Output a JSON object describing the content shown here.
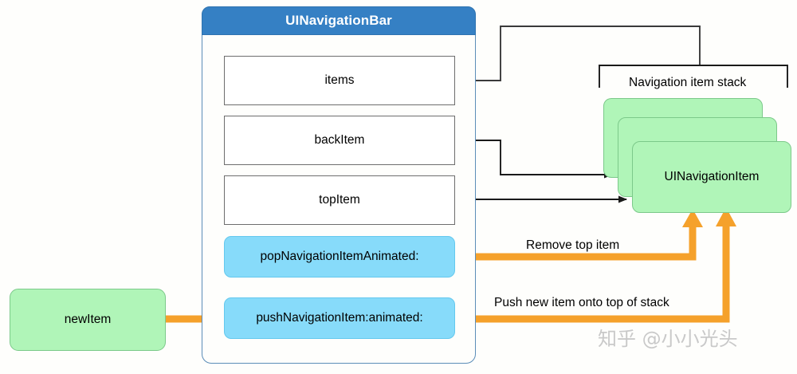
{
  "diagram": {
    "title": "UINavigationBar",
    "background_color": "#fefefc",
    "colors": {
      "header_blue": "#3580c4",
      "method_cyan": "#87dbfa",
      "item_green": "#b0f5b8",
      "arrow_orange": "#f5a12b",
      "connector_black": "#1a1a1a",
      "container_border": "#5b8db8"
    },
    "class_box": {
      "name": "UINavigationBar",
      "properties": [
        {
          "id": "items",
          "label": "items"
        },
        {
          "id": "backItem",
          "label": "backItem"
        },
        {
          "id": "topItem",
          "label": "topItem"
        }
      ],
      "methods": [
        {
          "id": "popNavigationItemAnimated",
          "label": "popNavigationItemAnimated:"
        },
        {
          "id": "pushNavigationItemAnimated",
          "label": "pushNavigationItem:animated:"
        }
      ]
    },
    "stack": {
      "caption": "Navigation item stack",
      "item_label": "UINavigationItem",
      "depth": 3
    },
    "external": {
      "new_item_label": "newItem"
    },
    "annotations": [
      {
        "id": "remove-top-item",
        "label": "Remove top item"
      },
      {
        "id": "push-new-item",
        "label": "Push new item onto top of stack"
      }
    ],
    "watermark": "知乎 @小小光头"
  }
}
